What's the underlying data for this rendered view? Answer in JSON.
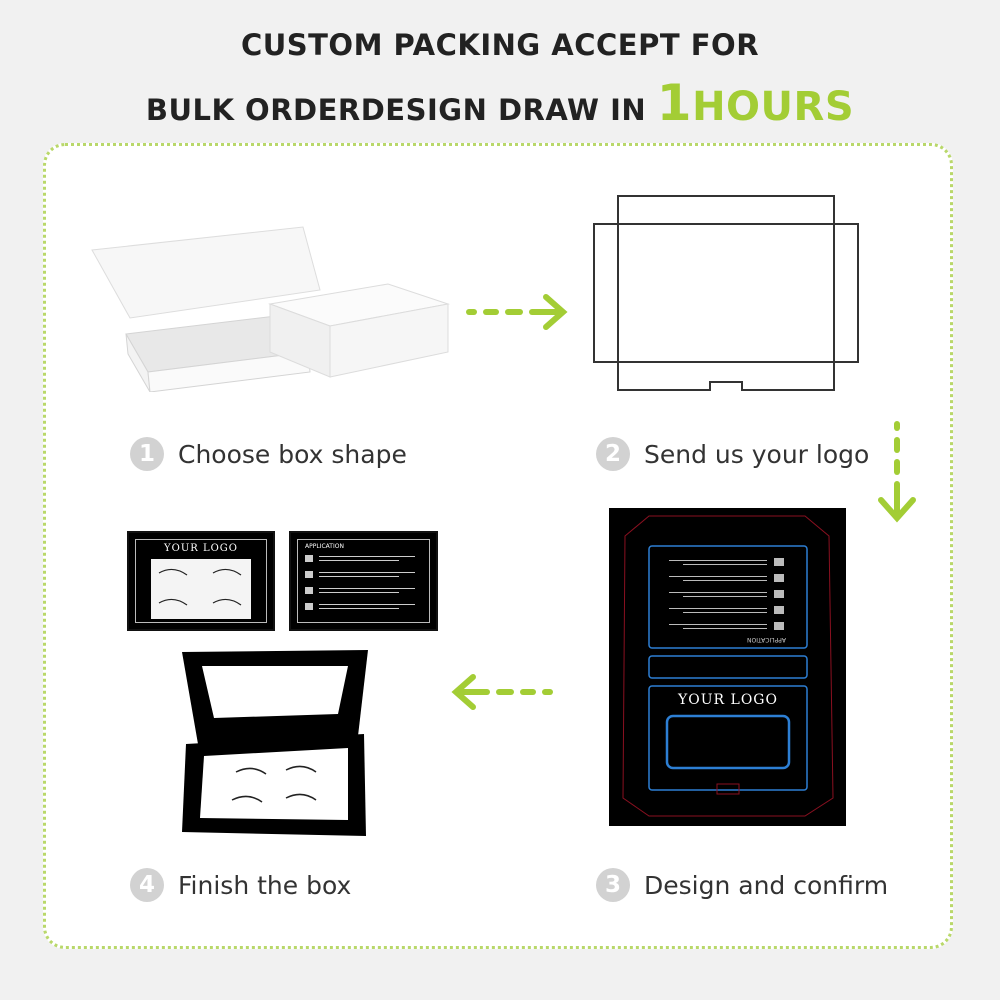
{
  "header": {
    "line1": "CUSTOM PACKING ACCEPT FOR",
    "line2_prefix": "BULK ORDERDESIGN DRAW IN ",
    "highlight_number": "1",
    "highlight_unit": "HOURS",
    "accent_color": "#a3cd35"
  },
  "steps": [
    {
      "number": "1",
      "label": "Choose box shape"
    },
    {
      "number": "2",
      "label": "Send us your logo"
    },
    {
      "number": "3",
      "label": "Design and confirm"
    },
    {
      "number": "4",
      "label": "Finish the box"
    }
  ],
  "cards": {
    "logo_card_text": "YOUR LOGO",
    "application_title": "APPLICATION",
    "dieline_logo_text": "YOUR LOGO",
    "dieline_application": "APPLICATION"
  }
}
